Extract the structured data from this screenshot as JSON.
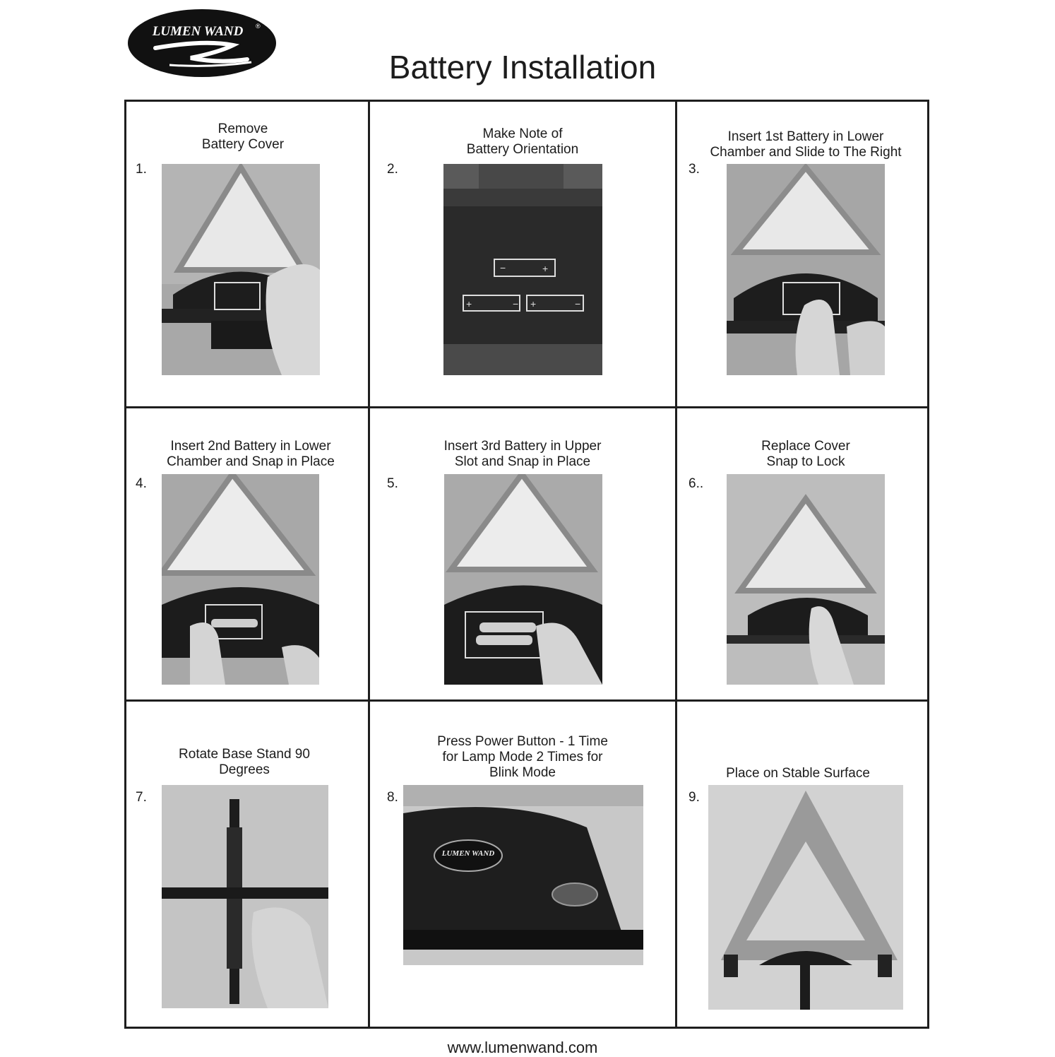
{
  "brand": {
    "logo_text": "LUMEN WAND",
    "registered_mark": "®"
  },
  "page_title": "Battery Installation",
  "steps": [
    {
      "number": "1.",
      "title": "Remove\nBattery Cover"
    },
    {
      "number": "2.",
      "title": "Make Note of\nBattery Orientation"
    },
    {
      "number": "3.",
      "title": "Insert 1st Battery in Lower\nChamber and Slide to The Right"
    },
    {
      "number": "4.",
      "title": "Insert 2nd Battery in Lower\nChamber and Snap in Place"
    },
    {
      "number": "5.",
      "title": "Insert 3rd Battery in Upper\nSlot and Snap in Place"
    },
    {
      "number": "6..",
      "title": "Replace Cover\nSnap to Lock"
    },
    {
      "number": "7.",
      "title": "Rotate Base Stand 90\nDegrees"
    },
    {
      "number": "8.",
      "title": "Press Power Button - 1 Time\nfor Lamp Mode 2 Times for\nBlink Mode"
    },
    {
      "number": "9.",
      "title": "Place on Stable Surface"
    }
  ],
  "footer": {
    "url": "www.lumenwand.com"
  },
  "colors": {
    "ink": "#1c1c1c",
    "photo_bg": "#b9b9b9",
    "photo_dark": "#1a1a1a"
  }
}
